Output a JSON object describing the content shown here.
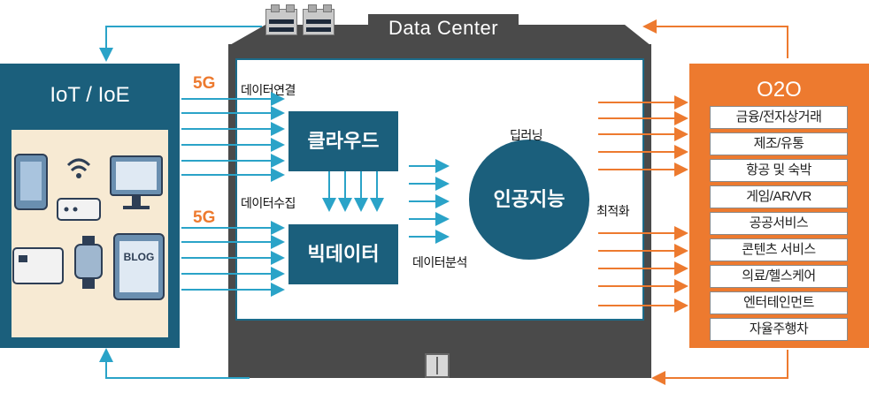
{
  "data_center": {
    "label": "Data Center"
  },
  "iot": {
    "title": "IoT / IoE",
    "blog_label": "BLOG"
  },
  "o2o": {
    "title": "O2O",
    "items": [
      "금융/전자상거래",
      "제조/유통",
      "항공 및 숙박",
      "게임/AR/VR",
      "공공서비스",
      "콘텐츠 서비스",
      "의료/헬스케어",
      "엔터테인먼트",
      "자율주행차"
    ]
  },
  "network": {
    "top": "5G",
    "bottom": "5G"
  },
  "labels": {
    "data_connect": "데이터연결",
    "data_collect": "데이터수집",
    "data_analysis": "데이터분석",
    "deep_learning": "딥러닝",
    "optimization": "최적화"
  },
  "nodes": {
    "cloud": "클라우드",
    "bigdata": "빅데이터",
    "ai": "인공지능"
  },
  "colors": {
    "teal": "#1b5f7c",
    "orange": "#ed7a2f",
    "building": "#4a4a4a",
    "arrow_teal": "#2aa3c8"
  }
}
